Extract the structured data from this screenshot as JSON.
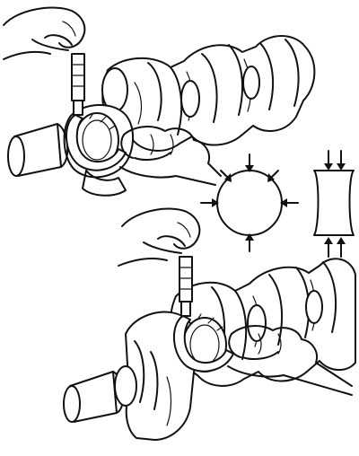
{
  "figure": {
    "panels": [
      {
        "id": "top",
        "subject": "crankshaft-main-journal-measurement"
      },
      {
        "id": "bottom",
        "subject": "crankshaft-crankpin-journal-measurement"
      }
    ],
    "insets": [
      "journal-cross-section-measurement-points",
      "journal-taper-measurement-points"
    ]
  },
  "colors": {
    "line": "#111111",
    "background": "#ffffff"
  }
}
